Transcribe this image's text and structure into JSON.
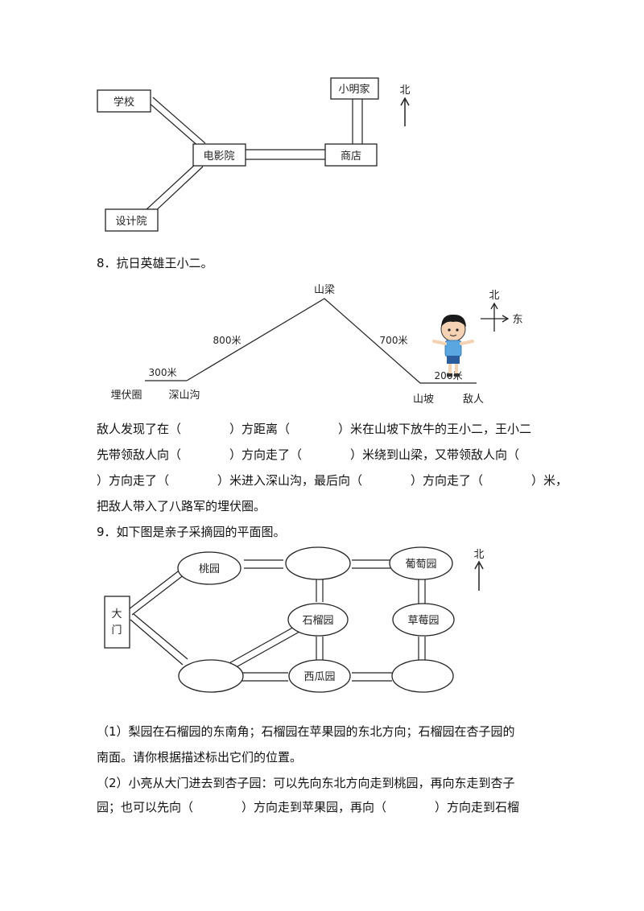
{
  "map1": {
    "school": "学校",
    "xiaoming_home": "小明家",
    "cinema": "电影院",
    "shop": "商店",
    "design_institute": "设计院",
    "north": "北"
  },
  "q8": {
    "title": "8．抗日英雄王小二。",
    "mountain_ridge": "山梁",
    "north": "北",
    "east": "东",
    "dist_800": "800米",
    "dist_700": "700米",
    "dist_300": "300米",
    "dist_200": "200米",
    "ambush": "埋伏圈",
    "ravine": "深山沟",
    "slope": "山坡",
    "enemy": "敌人",
    "lines": [
      "敌人发现了在（　　　　）方距离（　　　　）米在山坡下放牛的王小二，王小二",
      "先带领敌人向（　　　　）方向走了（　　　　）米绕到山梁，又带领敌人向（",
      "）方向走了（　　　　）米进入深山沟，最后向（　　　　）方向走了（　　　　）米，",
      "把敌人带入了八路军的埋伏圈。"
    ]
  },
  "q9": {
    "title": "9．如下图是亲子采摘园的平面图。",
    "gate": "大门",
    "peach": "桃园",
    "grape": "葡萄园",
    "pomegranate": "石榴园",
    "strawberry": "草莓园",
    "watermelon": "西瓜园",
    "north": "北",
    "lines": [
      "（1）梨园在石榴园的东南角；石榴园在苹果园的东北方向；石榴园在杏子园的",
      "南面。请你根据描述标出它们的位置。",
      "（2）小亮从大门进去到杏子园：可以先向东北方向走到桃园，再向东走到杏子",
      "园；也可以先向（　　　　）方向走到苹果园，再向（　　　　）方向走到石榴"
    ]
  }
}
